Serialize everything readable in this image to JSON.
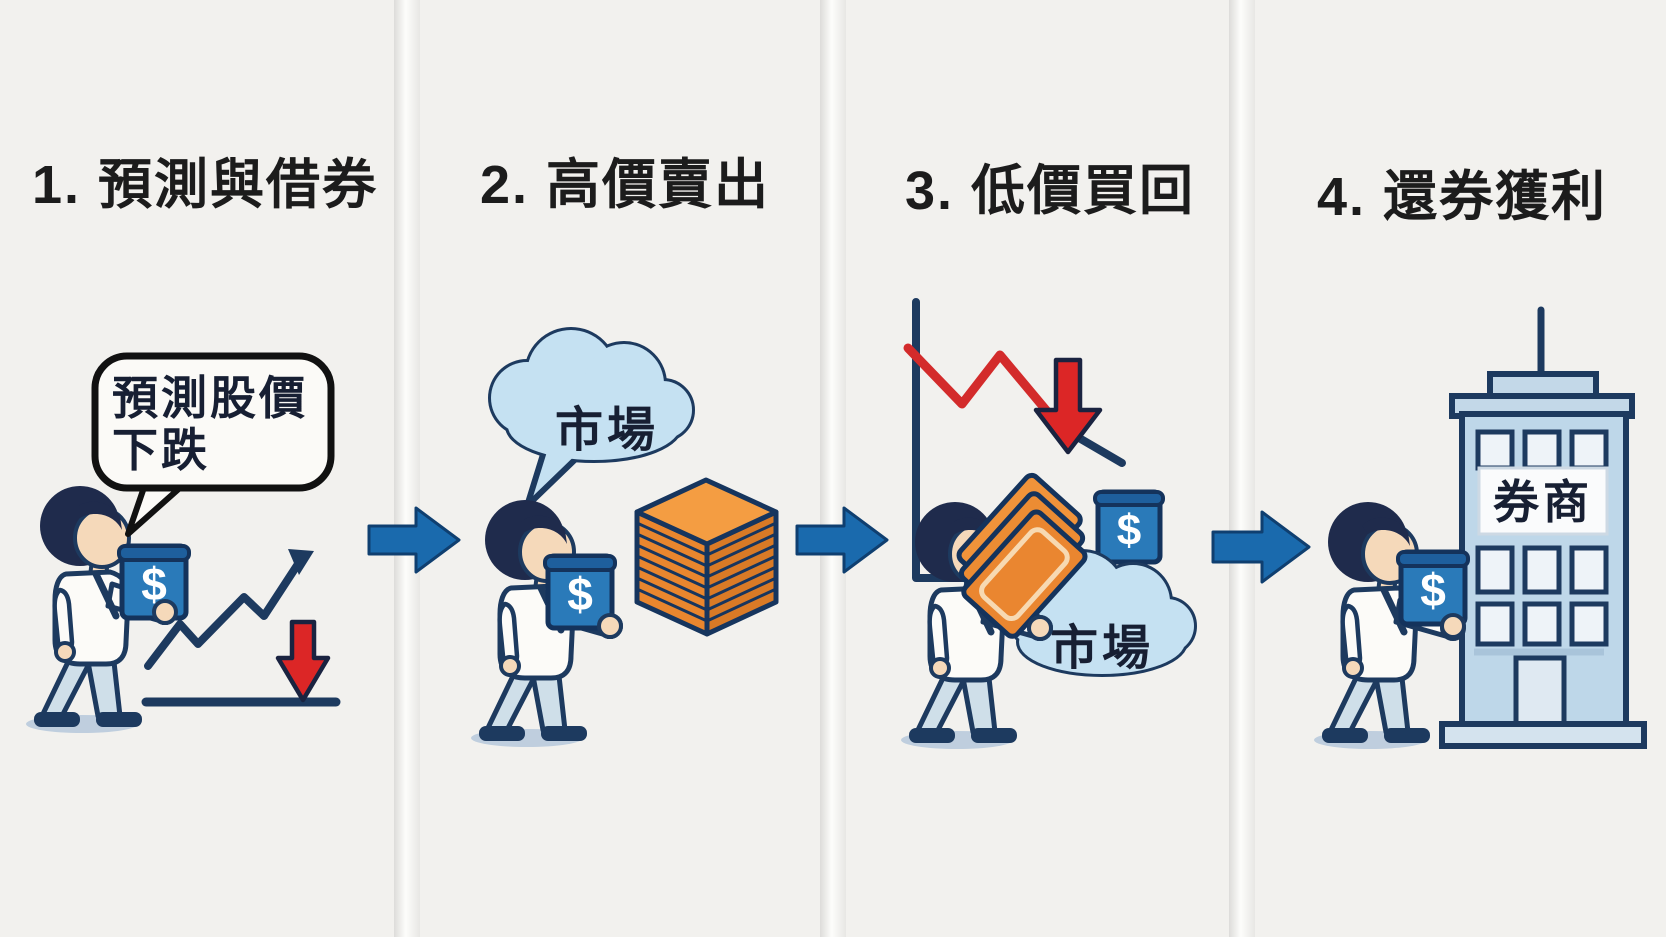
{
  "panels": [
    {
      "title": "1. 預測與借券"
    },
    {
      "title": "2. 高價賣出"
    },
    {
      "title": "3. 低價買回"
    },
    {
      "title": "4. 還券獲利"
    }
  ],
  "step1": {
    "speech_line1": "預測股價",
    "speech_line2": "下跌",
    "money_label": "$",
    "icons": [
      "speech-bubble",
      "person-holding-money-book",
      "rising-trend-arrow-chart",
      "red-down-arrow"
    ]
  },
  "step2": {
    "market_label": "市場",
    "money_label": "$",
    "icons": [
      "market-cloud",
      "person-holding-money-book",
      "certificate-stack",
      "flow-arrow"
    ]
  },
  "step3": {
    "market_label": "市場",
    "money_label": "$",
    "icons": [
      "declining-line-chart",
      "red-down-arrow",
      "person-holding-certificates",
      "money-book",
      "market-cloud"
    ]
  },
  "step4": {
    "broker_sign": "券商",
    "money_label": "$",
    "icons": [
      "person-holding-money-book",
      "broker-building"
    ]
  },
  "colors": {
    "background": "#f2f1ee",
    "outline_navy": "#1d3a5f",
    "hair_navy": "#1f2b4c",
    "flow_arrow_blue": "#1a6aad",
    "book_blue": "#2a7ab9",
    "alert_red": "#dc2626",
    "certificate_orange": "#ec8a30",
    "cloud_blue": "#c5e1f2",
    "pants_blue": "#cfdfe9",
    "skin": "#f5d9ba",
    "building_blue": "#bed7e9"
  }
}
